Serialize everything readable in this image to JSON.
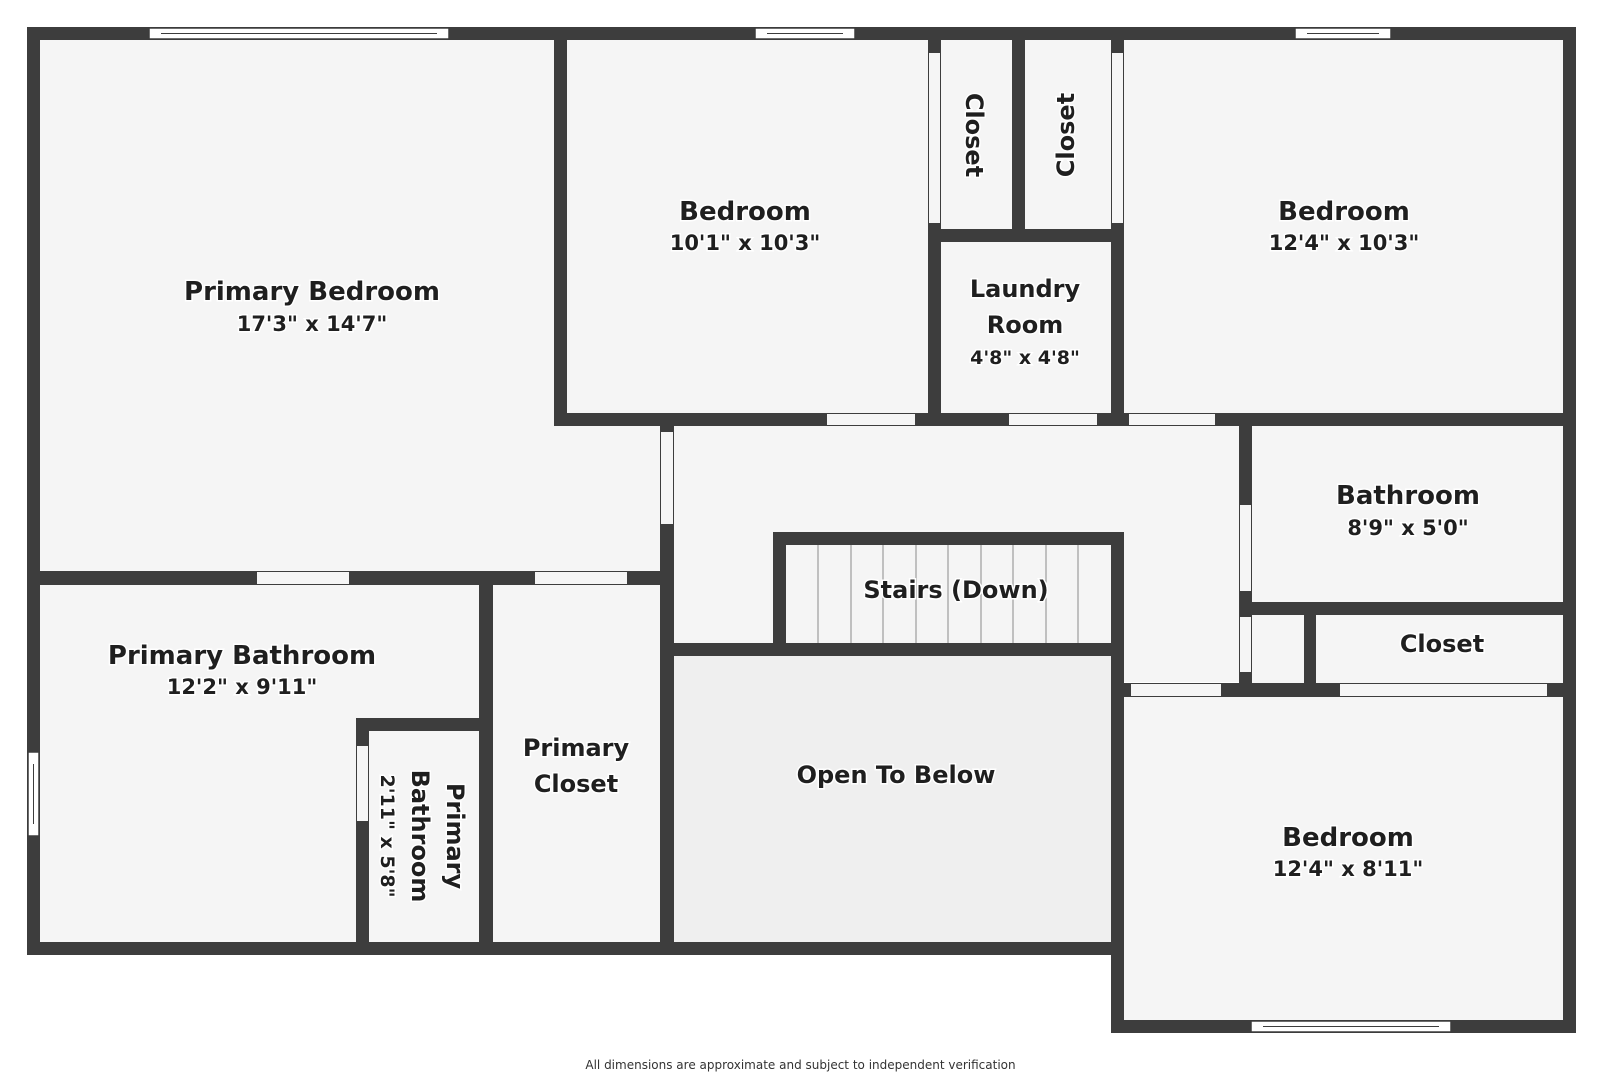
{
  "rooms": {
    "primary_bedroom": {
      "name": "Primary Bedroom",
      "dim": "17'3\" x 14'7\""
    },
    "bedroom_top_center": {
      "name": "Bedroom",
      "dim": "10'1\" x 10'3\""
    },
    "closet_a": {
      "name": "Closet"
    },
    "closet_b": {
      "name": "Closet"
    },
    "laundry_room": {
      "name_line1": "Laundry",
      "name_line2": "Room",
      "dim": "4'8\" x 4'8\""
    },
    "bedroom_top_right": {
      "name": "Bedroom",
      "dim": "12'4\" x 10'3\""
    },
    "bathroom": {
      "name": "Bathroom",
      "dim": "8'9\" x 5'0\""
    },
    "closet_right": {
      "name": "Closet"
    },
    "stairs": {
      "name": "Stairs (Down)"
    },
    "primary_bathroom": {
      "name": "Primary Bathroom",
      "dim": "12'2\" x 9'11\""
    },
    "primary_bathroom_small": {
      "name_line1": "Primary",
      "name_line2": "Bathroom",
      "dim": "2'11\" x 5'8\""
    },
    "primary_closet": {
      "name_line1": "Primary",
      "name_line2": "Closet"
    },
    "open_to_below": {
      "name": "Open To Below"
    },
    "bedroom_bottom_right": {
      "name": "Bedroom",
      "dim": "12'4\" x 8'11\""
    }
  },
  "disclaimer": "All dimensions are approximate and subject to independent verification"
}
